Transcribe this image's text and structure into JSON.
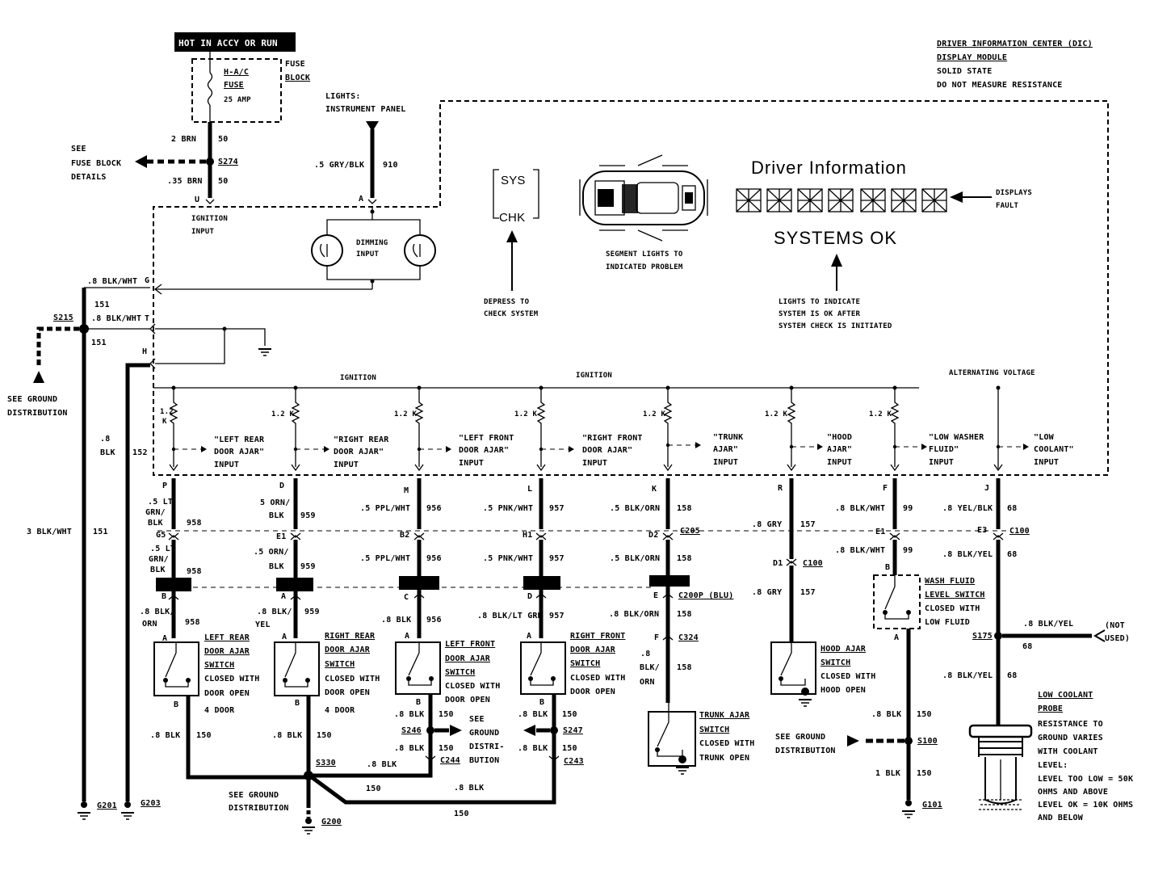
{
  "power": {
    "hot_label": "HOT IN ACCY OR RUN",
    "fuse_name_1": "H-A/C",
    "fuse_name_2": "FUSE",
    "fuse_amp": "25 AMP",
    "fuse_block_1": "FUSE",
    "fuse_block_2": "BLOCK",
    "wire_top": "2 BRN",
    "wire_top_num": "50",
    "splice": "S274",
    "wire_bot": ".35 BRN",
    "wire_bot_num": "50",
    "pin": "U",
    "ign_1": "IGNITION",
    "ign_2": "INPUT",
    "see_1": "SEE",
    "see_2": "FUSE BLOCK",
    "see_3": "DETAILS"
  },
  "lights": {
    "label_1": "LIGHTS:",
    "label_2": "INSTRUMENT PANEL",
    "wire": ".5 GRY/BLK",
    "wire_num": "910",
    "pin": "A",
    "dim_1": "DIMMING",
    "dim_2": "INPUT"
  },
  "dic": {
    "title_1": "DRIVER INFORMATION CENTER (DIC)",
    "title_2": "DISPLAY MODULE",
    "title_3": "SOLID STATE",
    "title_4": "DO NOT MEASURE RESISTANCE",
    "sys": "SYS",
    "chk": "CHK",
    "depress_1": "DEPRESS TO",
    "depress_2": "CHECK SYSTEM",
    "segment_1": "SEGMENT LIGHTS TO",
    "segment_2": "INDICATED PROBLEM",
    "display_title": "Driver Information",
    "displays_1": "DISPLAYS",
    "displays_2": "FAULT",
    "systems_ok": "SYSTEMS OK",
    "lights_1": "LIGHTS TO INDICATE",
    "lights_2": "SYSTEM IS OK AFTER",
    "lights_3": "SYSTEM CHECK IS INITIATED",
    "ignition_a": "IGNITION",
    "ignition_b": "IGNITION",
    "alternating": "ALTERNATING VOLTAGE"
  },
  "ground_left": {
    "w_g": ".8 BLK/WHT",
    "pin_g": "G",
    "num_151a": "151",
    "splice": "S215",
    "w_t": ".8 BLK/WHT",
    "pin_t": "T",
    "num_151b": "151",
    "pin_h": "H",
    "see_1": "SEE GROUND",
    "see_2": "DISTRIBUTION",
    "w_8": ".8",
    "w_blk": "BLK",
    "num_152": "152",
    "w_3": "3 BLK/WHT",
    "num_151c": "151",
    "g201": "G201",
    "g203": "G203"
  },
  "resistors": [
    "1.2\nK",
    "1.2 K",
    "1.2 K",
    "1.2 K",
    "1.2 K",
    "1.2 K",
    "1.2 K"
  ],
  "inputs": [
    {
      "l1": "\"LEFT REAR",
      "l2": "DOOR AJAR\"",
      "l3": "INPUT"
    },
    {
      "l1": "\"RIGHT REAR",
      "l2": "DOOR AJAR\"",
      "l3": "INPUT"
    },
    {
      "l1": "\"LEFT FRONT",
      "l2": "DOOR AJAR\"",
      "l3": "INPUT"
    },
    {
      "l1": "\"RIGHT FRONT",
      "l2": "DOOR AJAR\"",
      "l3": "INPUT"
    },
    {
      "l1": "\"TRUNK",
      "l2": "AJAR\"",
      "l3": "INPUT"
    },
    {
      "l1": "\"HOOD",
      "l2": "AJAR\"",
      "l3": "INPUT"
    },
    {
      "l1": "\"LOW WASHER",
      "l2": "FLUID\"",
      "l3": "INPUT"
    },
    {
      "l1": "\"LOW",
      "l2": "COOLANT\"",
      "l3": "INPUT"
    }
  ],
  "circuits": {
    "lr": {
      "pin": "P",
      "w1a": ".5 LT",
      "w1b": "GRN/",
      "w1c": "BLK",
      "n1": "958",
      "conn": "G5",
      "w2a": ".5 LT",
      "w2b": "GRN/",
      "w2c": "BLK",
      "n2": "958",
      "pinb": "B",
      "w3a": ".8 BLK/",
      "w3b": "ORN",
      "n3": "958",
      "pa": "A",
      "sw1": "LEFT REAR",
      "sw2": "DOOR AJAR",
      "sw3": "SWITCH",
      "sw4": "CLOSED WITH",
      "sw5": "DOOR OPEN",
      "sw6": "4 DOOR",
      "pb": "B",
      "gw": ".8 BLK",
      "gn": "150"
    },
    "rr": {
      "pin": "D",
      "w1a": "5 ORN/",
      "w1b": "BLK",
      "n1": "959",
      "conn": "E1",
      "w2a": ".5 ORN/",
      "w2b": "BLK",
      "n2": "959",
      "pina": "A",
      "w3a": ".8 BLK/",
      "w3b": "YEL",
      "n3": "959",
      "pa": "A",
      "sw1": "RIGHT REAR",
      "sw2": "DOOR AJAR",
      "sw3": "SWITCH",
      "sw4": "CLOSED WITH",
      "sw5": "DOOR OPEN",
      "sw6": "4 DOOR",
      "pb": "B",
      "gw": ".8 BLK",
      "gn": "150",
      "splice": "S330",
      "see_1": "SEE GROUND",
      "see_2": "DISTRIBUTION",
      "g200": "G200"
    },
    "lf": {
      "pin": "M",
      "w1": ".5 PPL/WHT",
      "n1": "956",
      "conn": "B2",
      "w2": ".5 PPL/WHT",
      "n2": "956",
      "pinc": "C",
      "w3": ".8 BLK",
      "n3": "956",
      "pa": "A",
      "sw1": "LEFT FRONT",
      "sw2": "DOOR AJAR",
      "sw3": "SWITCH",
      "sw4": "CLOSED WITH",
      "sw5": "DOOR OPEN",
      "pb": "B",
      "gw": ".8 BLK",
      "gn": "150",
      "splice": "S246",
      "gw2": ".8 BLK",
      "gn2": "150",
      "conn2": "C244",
      "see_1": "SEE",
      "see_2": "GROUND",
      "see_3": "DISTRI-",
      "see_4": "BUTION",
      "bw1": ".8 BLK",
      "bn1": "150",
      "bw2": ".8 BLK",
      "bn2": "150"
    },
    "rf": {
      "pin": "L",
      "w1": ".5 PNK/WHT",
      "n1": "957",
      "conn": "H1",
      "w2": ".5 PNK/WHT",
      "n2": "957",
      "pind": "D",
      "w3": ".8 BLK/LT GRN",
      "n3": "957",
      "pa": "A",
      "sw1": "RIGHT FRONT",
      "sw2": "DOOR AJAR",
      "sw3": "SWITCH",
      "sw4": "CLOSED WITH",
      "sw5": "DOOR OPEN",
      "pb": "B",
      "gw": ".8 BLK",
      "gn": "150",
      "splice": "S247",
      "gw2": ".8 BLK",
      "gn2": "150",
      "conn2": "C243"
    },
    "trunk": {
      "pin": "K",
      "w1": ".5 BLK/ORN",
      "n1": "158",
      "conn": "D2",
      "conn_name": "C205",
      "w2": ".5 BLK/ORN",
      "n2": "158",
      "pine": "E",
      "c200": "C200P (BLU)",
      "w3": ".8 BLK/ORN",
      "n3": "158",
      "pinf": "F",
      "c324": "C324",
      "w4a": ".8",
      "w4b": "BLK/",
      "w4c": "ORN",
      "n4": "158",
      "sw1": "TRUNK AJAR",
      "sw2": "SWITCH",
      "sw3": "CLOSED WITH",
      "sw4": "TRUNK OPEN"
    },
    "hood": {
      "pin": "R",
      "w1": ".8 GRY",
      "n1": "157",
      "conn": "D1",
      "conn_name": "C100",
      "w2": ".8 GRY",
      "n2": "157",
      "sw1": "HOOD AJAR",
      "sw2": "SWITCH",
      "sw3": "CLOSED WITH",
      "sw4": "HOOD OPEN"
    },
    "washer": {
      "pin": "F",
      "w1": ".8 BLK/WHT",
      "n1": "99",
      "conn": "E1",
      "w2": ".8 BLK/WHT",
      "n2": "99",
      "pinb": "B",
      "sw1": "WASH FLUID",
      "sw2": "LEVEL SWITCH",
      "sw3": "CLOSED WITH",
      "sw4": "LOW FLUID",
      "pina": "A",
      "see_1": "SEE GROUND",
      "see_2": "DISTRIBUTION",
      "gw": ".8 BLK",
      "gn": "150",
      "splice": "S100",
      "gw2": "1 BLK",
      "gn2": "150",
      "g101": "G101"
    },
    "coolant": {
      "pin": "J",
      "w1": ".8 YEL/BLK",
      "n1": "68",
      "conn": "E3",
      "conn_name": "C100",
      "w2": ".8 BLK/YEL",
      "n2": "68",
      "splice": "S175",
      "ws": ".8 BLK/YEL",
      "ns": "68",
      "nu_1": "(NOT",
      "nu_2": "USED)",
      "w3": ".8 BLK/YEL",
      "n3": "68",
      "p1": "LOW COOLANT",
      "p2": "PROBE",
      "p3": "RESISTANCE TO",
      "p4": "GROUND VARIES",
      "p5": "WITH COOLANT",
      "p6": "LEVEL:",
      "p7": "LEVEL TOO LOW = 50K",
      "p8": "OHMS AND ABOVE",
      "p9": "LEVEL OK = 10K OHMS",
      "p10": "AND BELOW"
    }
  },
  "bottom_wires": {
    "w1": ".8 BLK",
    "n1": "150",
    "w2": ".8 BLK",
    "n2": "150",
    "n3": "150"
  }
}
